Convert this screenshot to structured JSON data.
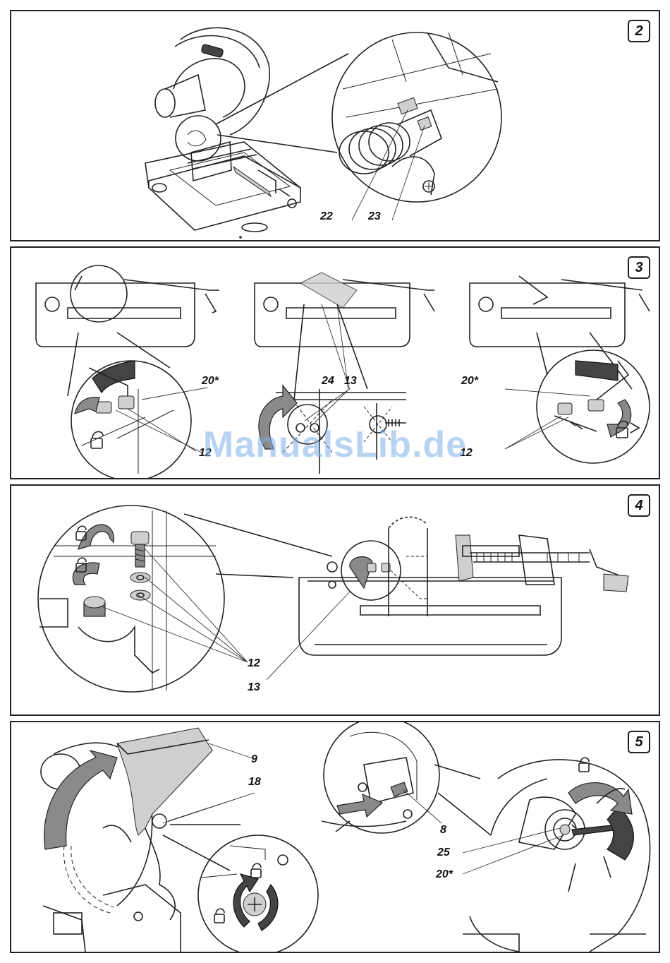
{
  "panels": [
    {
      "number": "2",
      "callouts": [
        "22",
        "23"
      ]
    },
    {
      "number": "3",
      "callouts": [
        "20*",
        "12",
        "24",
        "13",
        "20*",
        "12"
      ]
    },
    {
      "number": "4",
      "callouts": [
        "12",
        "13"
      ]
    },
    {
      "number": "5",
      "callouts": [
        "9",
        "18",
        "8",
        "25",
        "20*"
      ]
    }
  ],
  "watermark": "ManualsLib.de"
}
